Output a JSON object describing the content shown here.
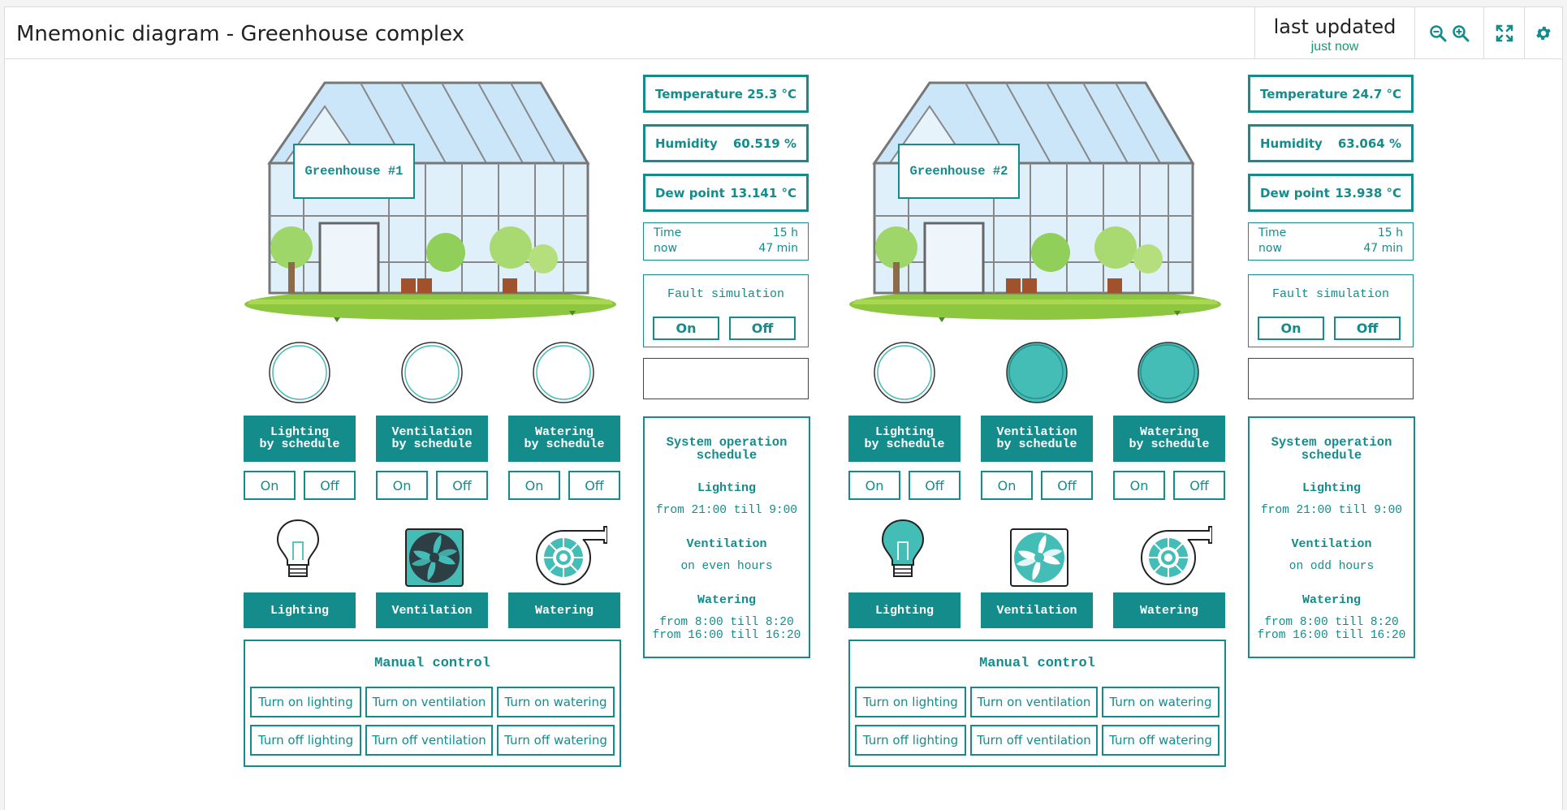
{
  "header": {
    "title": "Mnemonic diagram - Greenhouse complex",
    "updated_label": "last updated",
    "updated_value": "just now",
    "icons": [
      "zoom-out-icon",
      "zoom-in-icon",
      "fullscreen-icon",
      "gear-icon"
    ]
  },
  "colors": {
    "accent": "#148c8c",
    "accent_fill": "#45bdb7",
    "updated_text": "#1a9a6c",
    "ground": "#8dc63f"
  },
  "greenhouses": [
    {
      "label": "Greenhouse #1",
      "temperature": {
        "label": "Temperature",
        "value": "25.3 °C"
      },
      "humidity": {
        "label": "Humidity",
        "value": "60.519 %"
      },
      "dew_point": {
        "label": "Dew point",
        "value": "13.141 °C"
      },
      "time": {
        "label1": "Time",
        "value1": "15 h",
        "label2": "now",
        "value2": "47 min"
      },
      "fault": {
        "title": "Fault simulation",
        "on": "On",
        "off": "Off"
      },
      "indicators": {
        "lighting": false,
        "ventilation": false,
        "watering": false
      },
      "schedule_buttons": {
        "lighting": "Lighting\nby schedule",
        "ventilation": "Ventilation\nby schedule",
        "watering": "Watering\nby schedule"
      },
      "on_label": "On",
      "off_label": "Off",
      "devices_active": {
        "lighting": false,
        "ventilation": true,
        "watering": true
      },
      "device_buttons": {
        "lighting": "Lighting",
        "ventilation": "Ventilation",
        "watering": "Watering"
      },
      "schedule": {
        "title": "System operation\nschedule",
        "lighting_title": "Lighting",
        "lighting_value": "from 21:00 till 9:00",
        "ventilation_title": "Ventilation",
        "ventilation_value": "on even hours",
        "watering_title": "Watering",
        "watering_value": "from 8:00 till 8:20\nfrom 16:00 till 16:20"
      },
      "manual": {
        "title": "Manual control",
        "on_lighting": "Turn on lighting",
        "on_ventilation": "Turn on ventilation",
        "on_watering": "Turn on watering",
        "off_lighting": "Turn off lighting",
        "off_ventilation": "Turn off ventilation",
        "off_watering": "Turn off watering"
      }
    },
    {
      "label": "Greenhouse #2",
      "temperature": {
        "label": "Temperature",
        "value": "24.7 °C"
      },
      "humidity": {
        "label": "Humidity",
        "value": "63.064 %"
      },
      "dew_point": {
        "label": "Dew point",
        "value": "13.938 °C"
      },
      "time": {
        "label1": "Time",
        "value1": "15 h",
        "label2": "now",
        "value2": "47 min"
      },
      "fault": {
        "title": "Fault simulation",
        "on": "On",
        "off": "Off"
      },
      "indicators": {
        "lighting": false,
        "ventilation": true,
        "watering": true
      },
      "schedule_buttons": {
        "lighting": "Lighting\nby schedule",
        "ventilation": "Ventilation\nby schedule",
        "watering": "Watering\nby schedule"
      },
      "on_label": "On",
      "off_label": "Off",
      "devices_active": {
        "lighting": true,
        "ventilation": true,
        "watering": true
      },
      "device_buttons": {
        "lighting": "Lighting",
        "ventilation": "Ventilation",
        "watering": "Watering"
      },
      "schedule": {
        "title": "System operation\nschedule",
        "lighting_title": "Lighting",
        "lighting_value": "from 21:00 till 9:00",
        "ventilation_title": "Ventilation",
        "ventilation_value": "on odd hours",
        "watering_title": "Watering",
        "watering_value": "from 8:00 till 8:20\nfrom 16:00 till 16:20"
      },
      "manual": {
        "title": "Manual control",
        "on_lighting": "Turn on lighting",
        "on_ventilation": "Turn on ventilation",
        "on_watering": "Turn on watering",
        "off_lighting": "Turn off lighting",
        "off_ventilation": "Turn off ventilation",
        "off_watering": "Turn off watering"
      }
    }
  ]
}
